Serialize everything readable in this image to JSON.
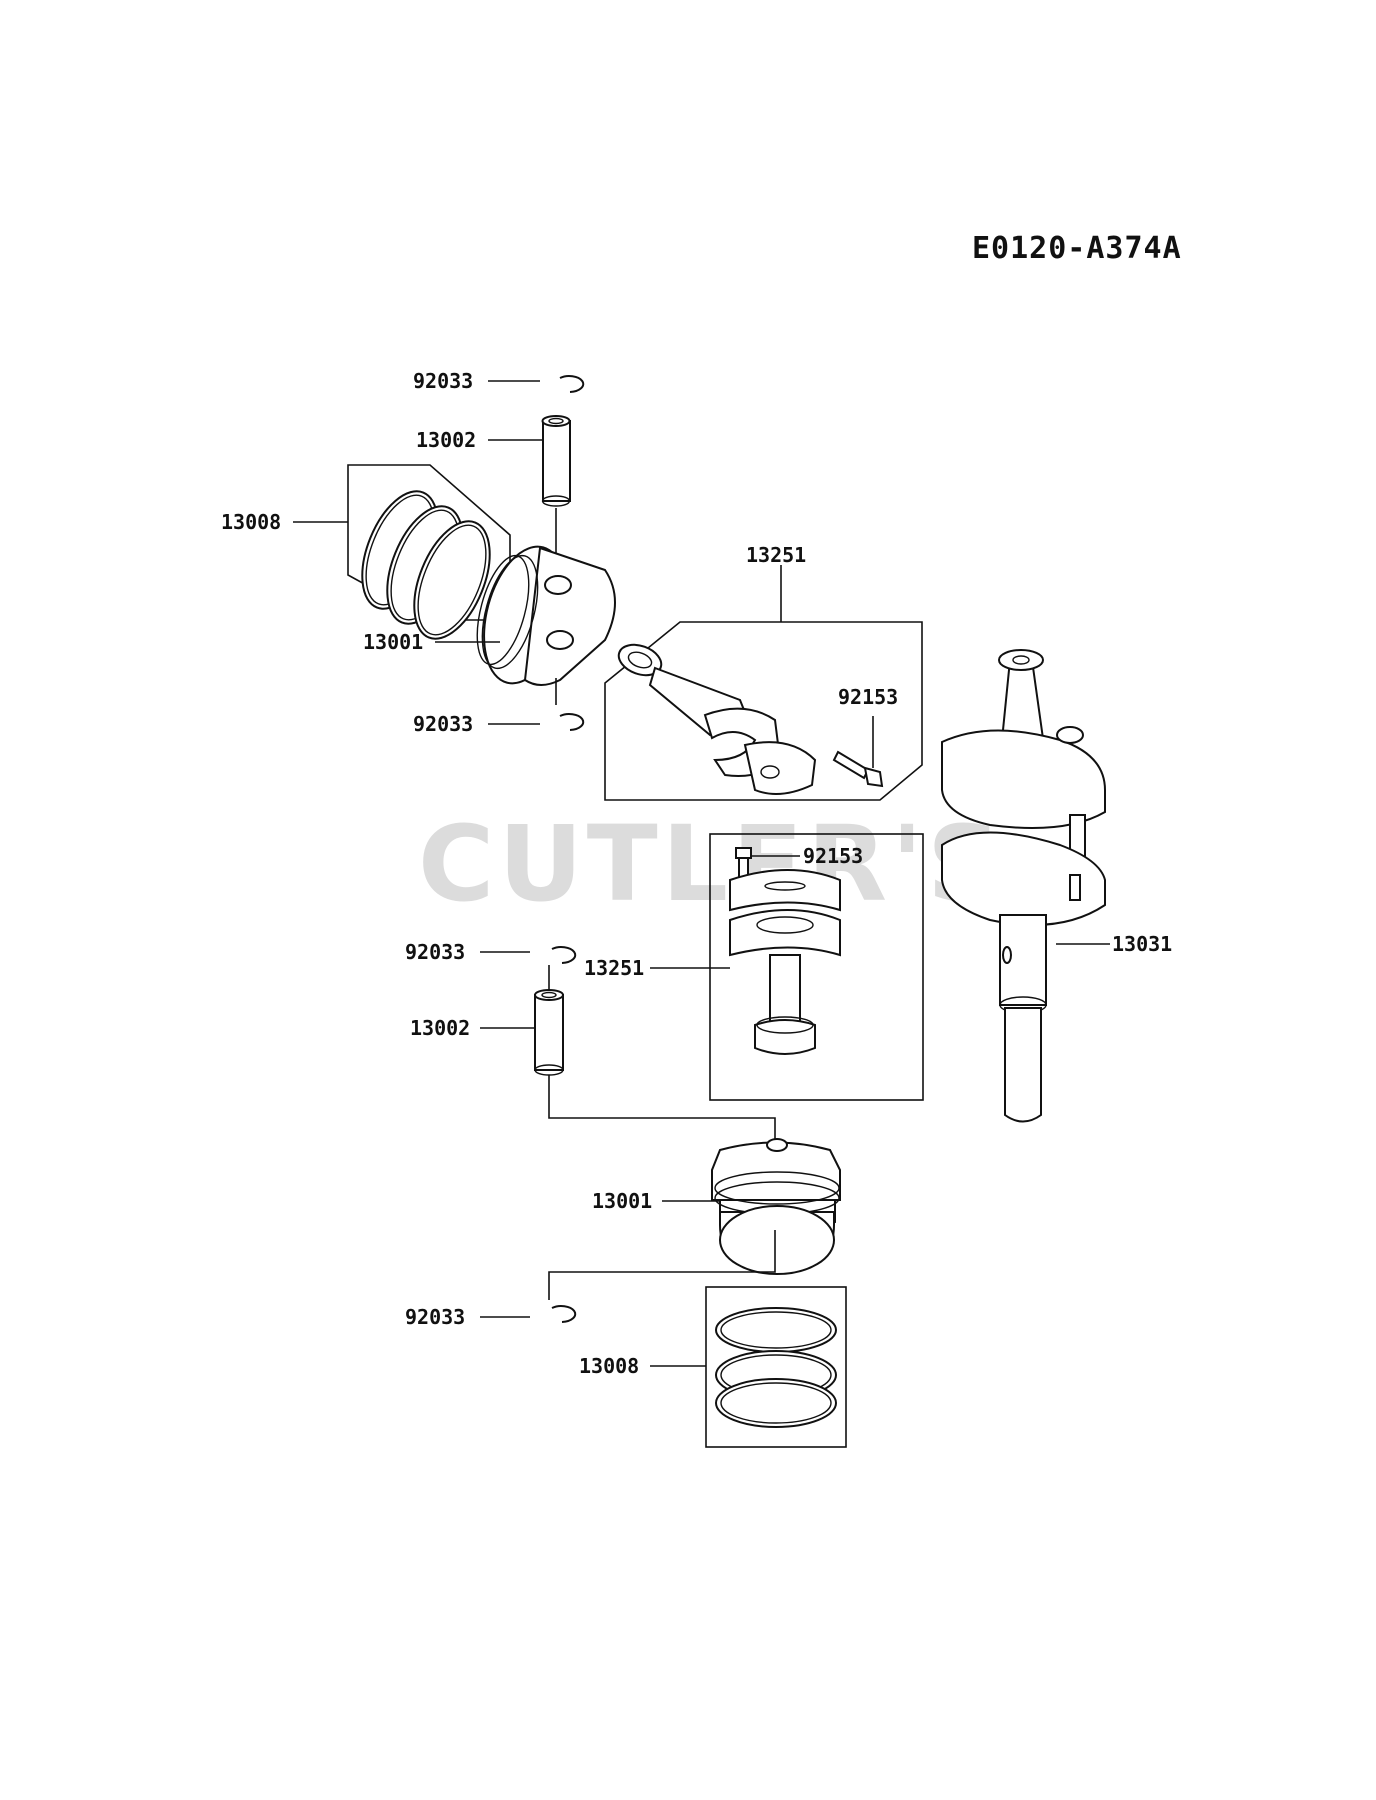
{
  "diagram_code": "E0120-A374A",
  "watermark": "CUTLER'S",
  "callouts": [
    {
      "id": "clip-top-1",
      "label": "92033"
    },
    {
      "id": "pin-top",
      "label": "13002"
    },
    {
      "id": "rings-top",
      "label": "13008"
    },
    {
      "id": "piston-top",
      "label": "13001"
    },
    {
      "id": "clip-top-2",
      "label": "92033"
    },
    {
      "id": "rod-top",
      "label": "13251"
    },
    {
      "id": "bolt-top",
      "label": "92153"
    },
    {
      "id": "bolt-bottom",
      "label": "92153"
    },
    {
      "id": "crankshaft",
      "label": "13031"
    },
    {
      "id": "clip-bottom-1",
      "label": "92033"
    },
    {
      "id": "rod-bottom",
      "label": "13251"
    },
    {
      "id": "pin-bottom",
      "label": "13002"
    },
    {
      "id": "piston-bottom",
      "label": "13001"
    },
    {
      "id": "clip-bottom-2",
      "label": "92033"
    },
    {
      "id": "rings-bottom",
      "label": "13008"
    }
  ]
}
